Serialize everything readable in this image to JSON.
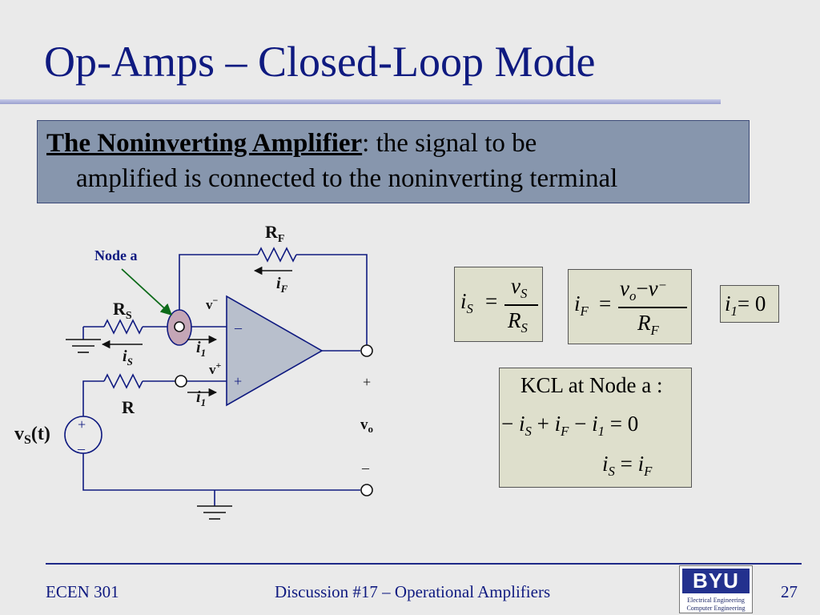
{
  "slide": {
    "title": "Op-Amps – Closed-Loop Mode",
    "banner_head": "The Noninverting Amplifier",
    "banner_text1": ": the signal to be",
    "banner_text2": "amplified is connected to the noninverting terminal",
    "colors": {
      "title": "#0f1a80",
      "banner": "#8796ad",
      "eq_box": "#dedfcc",
      "opamp": "#b8bfcc"
    }
  },
  "circuit": {
    "node_a_label": "Node a",
    "rf_label_main": "R",
    "rf_label_sub": "F",
    "if_label_main": "i",
    "if_label_sub": "F",
    "rs_label_main": "R",
    "rs_label_sub": "S",
    "is_label_main": "i",
    "is_label_sub": "S",
    "i1_top_main": "i",
    "i1_top_sub": "1",
    "i1_bot_main": "i",
    "i1_bot_sub": "1",
    "vminus_main": "v",
    "vminus_sup": "−",
    "vplus_main": "v",
    "vplus_sup": "+",
    "minus_input": "–",
    "plus_input": "+",
    "r_label": "R",
    "vs_main": "v",
    "vs_sub": "S",
    "vs_tail": "(t)",
    "src_plus": "+",
    "src_minus": "–",
    "out_plus": "+",
    "vo_main": "v",
    "vo_sub": "o",
    "out_minus": "–",
    "icons": [
      "resistor-icon",
      "ground-icon",
      "opamp-icon",
      "voltage-source-icon",
      "terminal-icon"
    ]
  },
  "equations": {
    "eq1": {
      "lhs_main": "i",
      "lhs_sub": "S",
      "op": "=",
      "num_main": "v",
      "num_sub": "S",
      "den_main": "R",
      "den_sub": "S"
    },
    "eq2": {
      "lhs_main": "i",
      "lhs_sub": "F",
      "op": "=",
      "num_a_main": "v",
      "num_a_sub": "o",
      "num_minus": "−",
      "num_b_main": "v",
      "num_b_sup": "−",
      "den_main": "R",
      "den_sub": "F"
    },
    "eq3": {
      "lhs_main": "i",
      "lhs_sub": "1",
      "rhs": "= 0"
    },
    "kcl": {
      "heading": "KCL at Node a :",
      "l1_a": "−",
      "l1_b": "i",
      "l1_b_sub": "S",
      "l1_c": "+",
      "l1_d": "i",
      "l1_d_sub": "F",
      "l1_e": "−",
      "l1_f": "i",
      "l1_f_sub": "1",
      "l1_g": "= 0",
      "l2_a": "i",
      "l2_a_sub": "S",
      "l2_b": "=",
      "l2_c": "i",
      "l2_c_sub": "F"
    }
  },
  "footer": {
    "course": "ECEN 301",
    "subject": "Discussion #17 – Operational Amplifiers",
    "page": "27",
    "logo_text": "BYU",
    "logo_line1": "Electrical Engineering",
    "logo_line2": "Computer Engineering"
  }
}
